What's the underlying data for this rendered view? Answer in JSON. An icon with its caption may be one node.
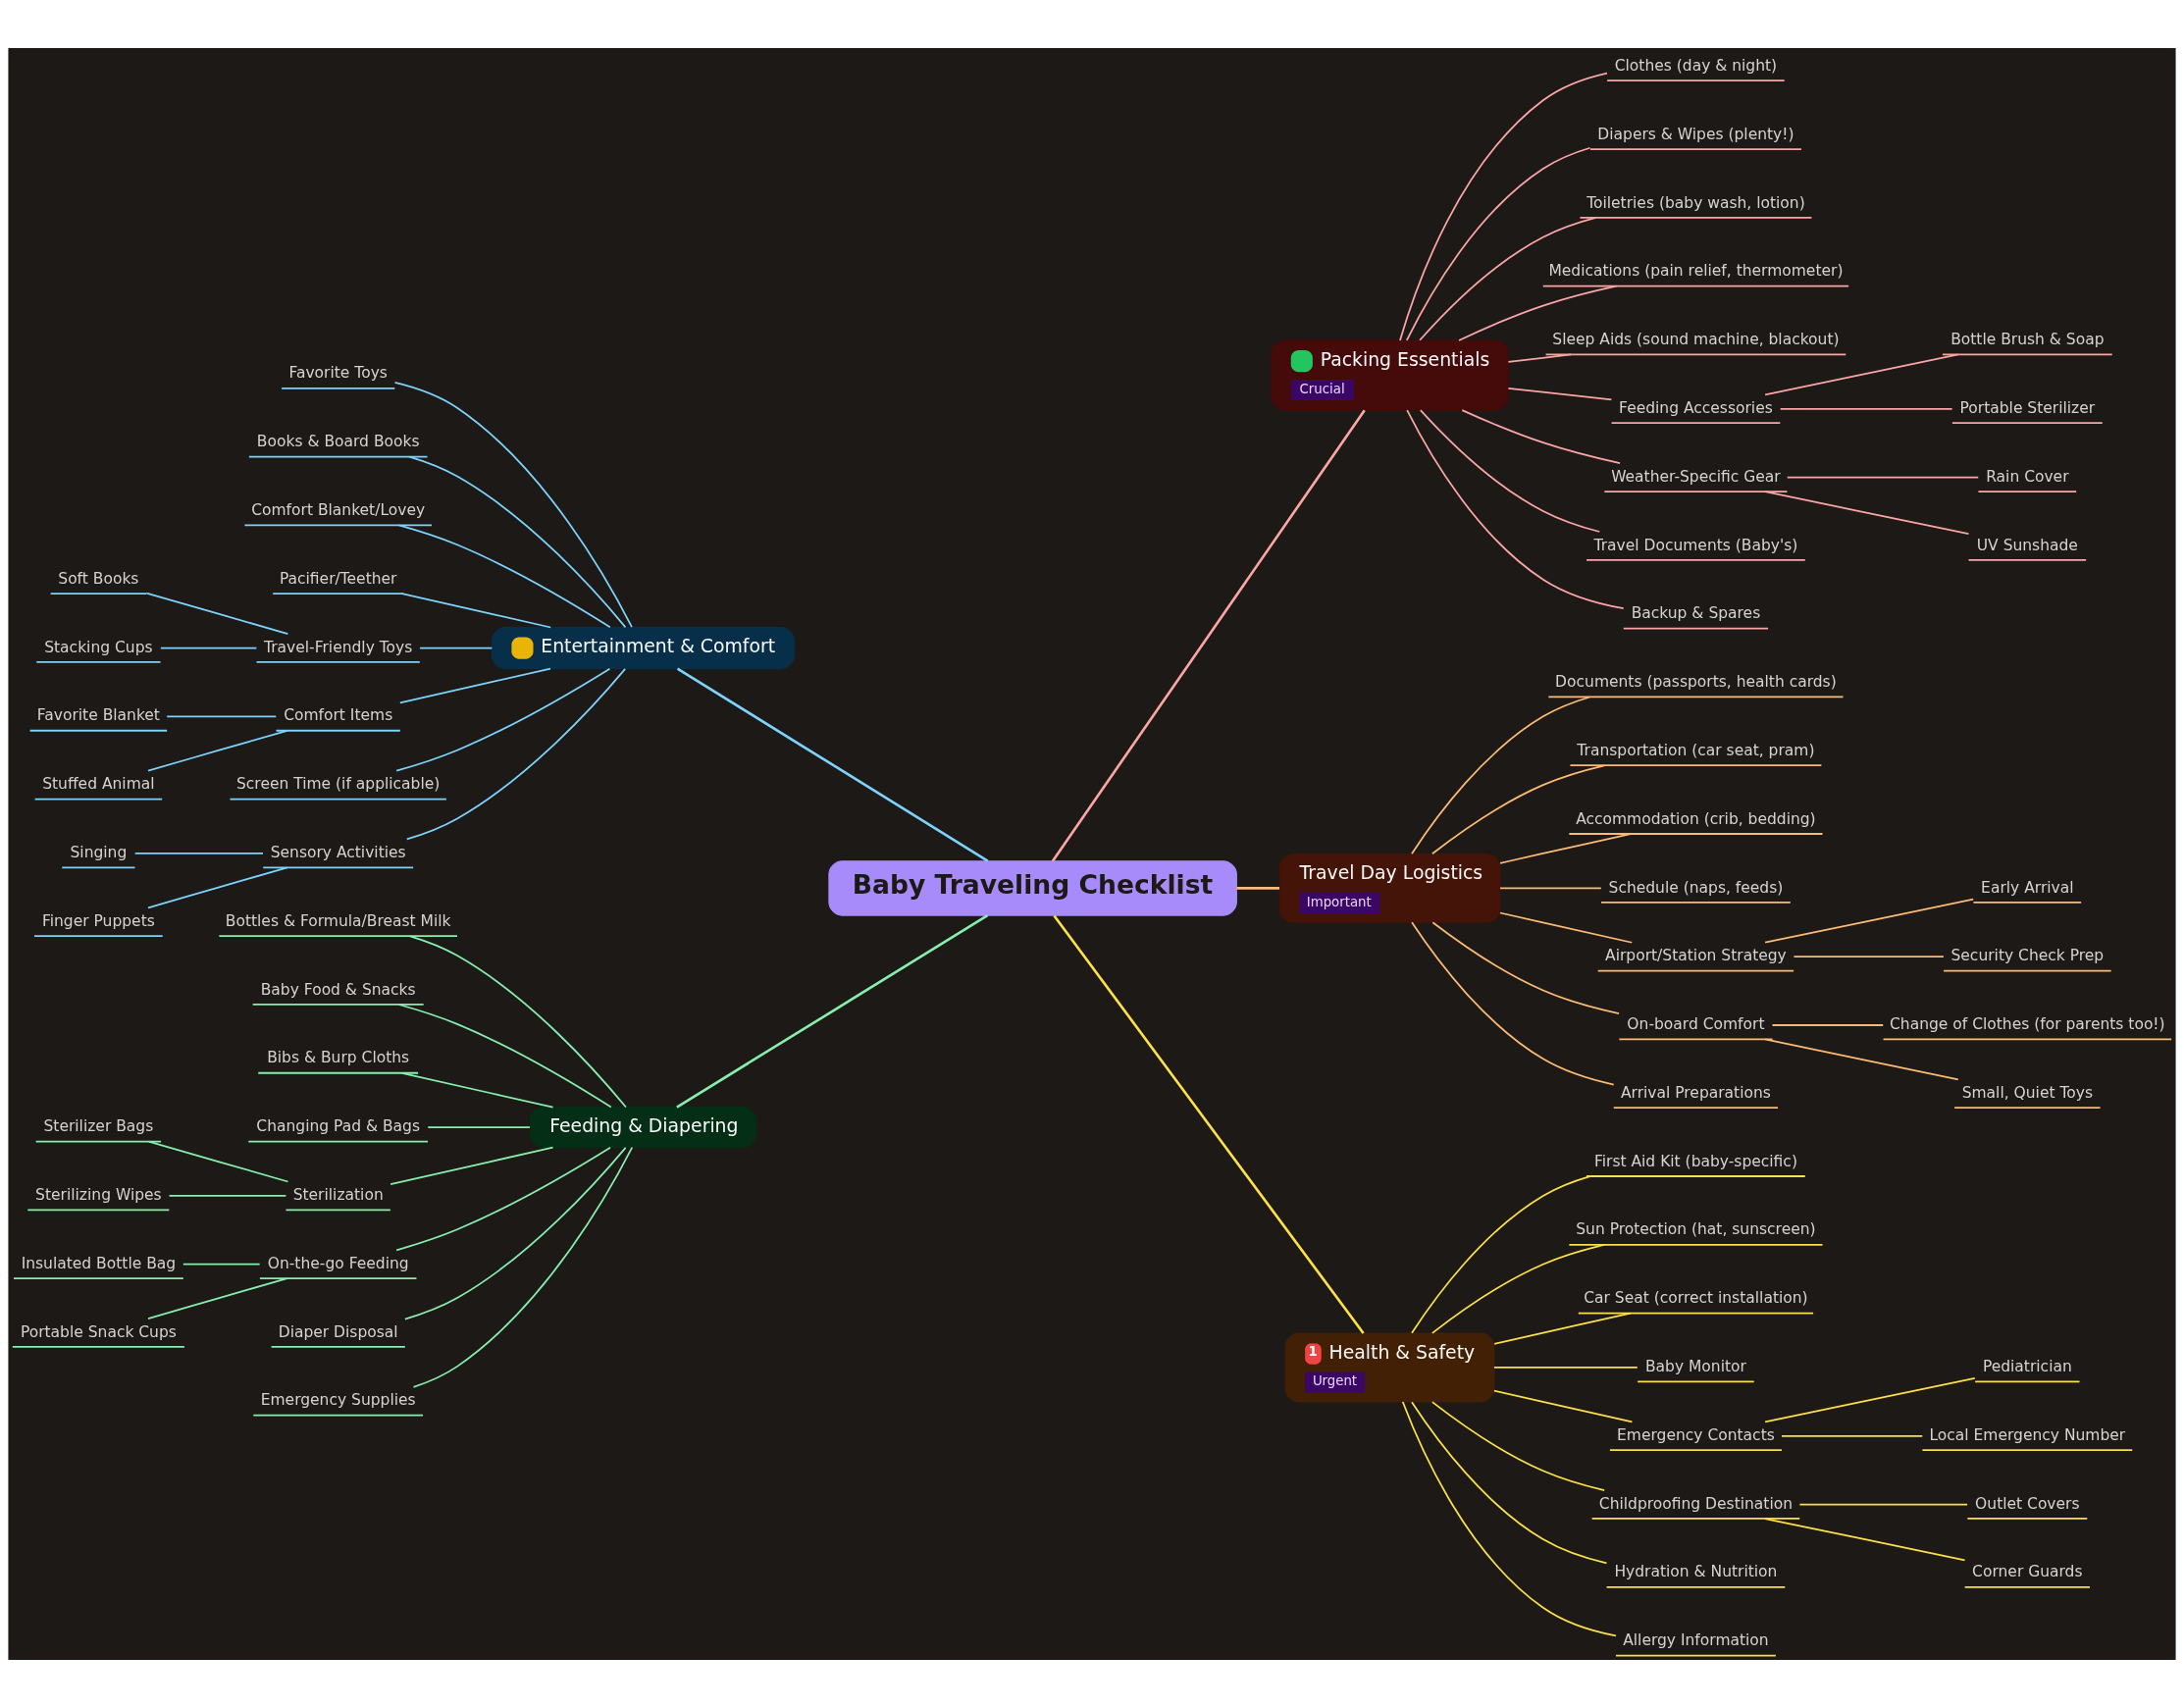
{
  "diagram": {
    "nodes": [
      {
        "text": [
          "Baby Traveling Checklist"
        ]
      },
      {
        "text": [
          "Packing Essentials",
          "Crucial"
        ]
      },
      {
        "text": [
          "Clothes (day & night)"
        ]
      },
      {
        "text": [
          "Diapers & Wipes (plenty!)"
        ]
      },
      {
        "text": [
          "Toiletries (baby wash, lotion)"
        ]
      },
      {
        "text": [
          "Medications (pain relief, thermometer)"
        ]
      },
      {
        "text": [
          "Sleep Aids (sound machine, blackout)"
        ]
      },
      {
        "text": [
          "Feeding Accessories"
        ]
      },
      {
        "text": [
          "Bottle Brush & Soap"
        ]
      },
      {
        "text": [
          "Portable Sterilizer"
        ]
      },
      {
        "text": [
          "Weather-Specific Gear"
        ]
      },
      {
        "text": [
          "Rain Cover"
        ]
      },
      {
        "text": [
          "UV Sunshade"
        ]
      },
      {
        "text": [
          "Travel Documents (Baby's)"
        ]
      },
      {
        "text": [
          "Backup & Spares"
        ]
      },
      {
        "text": [
          "Travel Day Logistics",
          "Important"
        ]
      },
      {
        "text": [
          "Documents (passports, health cards)"
        ]
      },
      {
        "text": [
          "Transportation (car seat, pram)"
        ]
      },
      {
        "text": [
          "Accommodation (crib, bedding)"
        ]
      },
      {
        "text": [
          "Schedule (naps, feeds)"
        ]
      },
      {
        "text": [
          "Airport/Station Strategy"
        ]
      },
      {
        "text": [
          "Early Arrival"
        ]
      },
      {
        "text": [
          "Security Check Prep"
        ]
      },
      {
        "text": [
          "On-board Comfort"
        ]
      },
      {
        "text": [
          "Change of Clothes (for parents too!)"
        ]
      },
      {
        "text": [
          "Small, Quiet Toys"
        ]
      },
      {
        "text": [
          "Arrival Preparations"
        ]
      },
      {
        "text": [
          "1",
          "Health & Safety",
          "Urgent"
        ]
      },
      {
        "text": [
          "First Aid Kit (baby-specific)"
        ]
      },
      {
        "text": [
          "Sun Protection (hat, sunscreen)"
        ]
      },
      {
        "text": [
          "Car Seat (correct installation)"
        ]
      },
      {
        "text": [
          "Baby Monitor"
        ]
      },
      {
        "text": [
          "Emergency Contacts"
        ]
      },
      {
        "text": [
          "Pediatrician"
        ]
      },
      {
        "text": [
          "Local Emergency Number"
        ]
      },
      {
        "text": [
          "Childproofing Destination"
        ]
      },
      {
        "text": [
          "Outlet Covers"
        ]
      },
      {
        "text": [
          "Corner Guards"
        ]
      },
      {
        "text": [
          "Hydration & Nutrition"
        ]
      },
      {
        "text": [
          "Allergy Information"
        ]
      },
      {
        "text": [
          "Entertainment & Comfort"
        ]
      },
      {
        "text": [
          "Favorite Toys"
        ]
      },
      {
        "text": [
          "Books & Board Books"
        ]
      },
      {
        "text": [
          "Comfort Blanket/Lovey"
        ]
      },
      {
        "text": [
          "Pacifier/Teether"
        ]
      },
      {
        "text": [
          "Travel-Friendly Toys"
        ]
      },
      {
        "text": [
          "Soft Books"
        ]
      },
      {
        "text": [
          "Stacking Cups"
        ]
      },
      {
        "text": [
          "Comfort Items"
        ]
      },
      {
        "text": [
          "Favorite Blanket"
        ]
      },
      {
        "text": [
          "Stuffed Animal"
        ]
      },
      {
        "text": [
          "Screen Time (if applicable)"
        ]
      },
      {
        "text": [
          "Sensory Activities"
        ]
      },
      {
        "text": [
          "Singing"
        ]
      },
      {
        "text": [
          "Finger Puppets"
        ]
      },
      {
        "text": [
          "Feeding & Diapering"
        ]
      },
      {
        "text": [
          "Bottles & Formula/Breast Milk"
        ]
      },
      {
        "text": [
          "Baby Food & Snacks"
        ]
      },
      {
        "text": [
          "Bibs & Burp Cloths"
        ]
      },
      {
        "text": [
          "Changing Pad & Bags"
        ]
      },
      {
        "text": [
          "Sterilization"
        ]
      },
      {
        "text": [
          "Sterilizer Bags"
        ]
      },
      {
        "text": [
          "Sterilizing Wipes"
        ]
      },
      {
        "text": [
          "On-the-go Feeding"
        ]
      },
      {
        "text": [
          "Insulated Bottle Bag"
        ]
      },
      {
        "text": [
          "Portable Snack Cups"
        ]
      },
      {
        "text": [
          "Diaper Disposal"
        ]
      },
      {
        "text": [
          "Emergency Supplies"
        ]
      }
    ],
    "edges": [
      {
        "from": 0,
        "to": 1,
        "arrow": "none",
        "color": "#fca5a5"
      },
      {
        "from": 1,
        "to": 2,
        "arrow": "none",
        "color": "#fca5a5"
      },
      {
        "from": 1,
        "to": 3,
        "arrow": "none",
        "color": "#fca5a5"
      },
      {
        "from": 1,
        "to": 4,
        "arrow": "none",
        "color": "#fca5a5"
      },
      {
        "from": 1,
        "to": 5,
        "arrow": "none",
        "color": "#fca5a5"
      },
      {
        "from": 1,
        "to": 6,
        "arrow": "none",
        "color": "#fca5a5"
      },
      {
        "from": 1,
        "to": 7,
        "arrow": "none",
        "color": "#fca5a5"
      },
      {
        "from": 7,
        "to": 8,
        "arrow": "none",
        "color": "#fca5a5"
      },
      {
        "from": 7,
        "to": 9,
        "arrow": "none",
        "color": "#fca5a5"
      },
      {
        "from": 1,
        "to": 10,
        "arrow": "none",
        "color": "#fca5a5"
      },
      {
        "from": 10,
        "to": 11,
        "arrow": "none",
        "color": "#fca5a5"
      },
      {
        "from": 10,
        "to": 12,
        "arrow": "none",
        "color": "#fca5a5"
      },
      {
        "from": 1,
        "to": 13,
        "arrow": "none",
        "color": "#fca5a5"
      },
      {
        "from": 1,
        "to": 14,
        "arrow": "none",
        "color": "#fca5a5"
      },
      {
        "from": 0,
        "to": 15,
        "arrow": "none",
        "color": "#fdba74"
      },
      {
        "from": 15,
        "to": 16,
        "arrow": "none",
        "color": "#fdba74"
      },
      {
        "from": 15,
        "to": 17,
        "arrow": "none",
        "color": "#fdba74"
      },
      {
        "from": 15,
        "to": 18,
        "arrow": "none",
        "color": "#fdba74"
      },
      {
        "from": 15,
        "to": 19,
        "arrow": "none",
        "color": "#fdba74"
      },
      {
        "from": 15,
        "to": 20,
        "arrow": "none",
        "color": "#fdba74"
      },
      {
        "from": 20,
        "to": 21,
        "arrow": "none",
        "color": "#fdba74"
      },
      {
        "from": 20,
        "to": 22,
        "arrow": "none",
        "color": "#fdba74"
      },
      {
        "from": 15,
        "to": 23,
        "arrow": "none",
        "color": "#fdba74"
      },
      {
        "from": 23,
        "to": 24,
        "arrow": "none",
        "color": "#fdba74"
      },
      {
        "from": 23,
        "to": 25,
        "arrow": "none",
        "color": "#fdba74"
      },
      {
        "from": 15,
        "to": 26,
        "arrow": "none",
        "color": "#fdba74"
      },
      {
        "from": 0,
        "to": 27,
        "arrow": "none",
        "color": "#fde047"
      },
      {
        "from": 27,
        "to": 28,
        "arrow": "none",
        "color": "#fde047"
      },
      {
        "from": 27,
        "to": 29,
        "arrow": "none",
        "color": "#fde047"
      },
      {
        "from": 27,
        "to": 30,
        "arrow": "none",
        "color": "#fde047"
      },
      {
        "from": 27,
        "to": 31,
        "arrow": "none",
        "color": "#fde047"
      },
      {
        "from": 27,
        "to": 32,
        "arrow": "none",
        "color": "#fde047"
      },
      {
        "from": 32,
        "to": 33,
        "arrow": "none",
        "color": "#fde047"
      },
      {
        "from": 32,
        "to": 34,
        "arrow": "none",
        "color": "#fde047"
      },
      {
        "from": 27,
        "to": 35,
        "arrow": "none",
        "color": "#fde047"
      },
      {
        "from": 35,
        "to": 36,
        "arrow": "none",
        "color": "#fde047"
      },
      {
        "from": 35,
        "to": 37,
        "arrow": "none",
        "color": "#fde047"
      },
      {
        "from": 27,
        "to": 38,
        "arrow": "none",
        "color": "#fde047"
      },
      {
        "from": 27,
        "to": 39,
        "arrow": "none",
        "color": "#fde047"
      },
      {
        "from": 0,
        "to": 40,
        "arrow": "none",
        "color": "#7dd3fc"
      },
      {
        "from": 40,
        "to": 41,
        "arrow": "none",
        "color": "#7dd3fc"
      },
      {
        "from": 40,
        "to": 42,
        "arrow": "none",
        "color": "#7dd3fc"
      },
      {
        "from": 40,
        "to": 43,
        "arrow": "none",
        "color": "#7dd3fc"
      },
      {
        "from": 40,
        "to": 44,
        "arrow": "none",
        "color": "#7dd3fc"
      },
      {
        "from": 40,
        "to": 45,
        "arrow": "none",
        "color": "#7dd3fc"
      },
      {
        "from": 45,
        "to": 46,
        "arrow": "none",
        "color": "#7dd3fc"
      },
      {
        "from": 45,
        "to": 47,
        "arrow": "none",
        "color": "#7dd3fc"
      },
      {
        "from": 40,
        "to": 48,
        "arrow": "none",
        "color": "#7dd3fc"
      },
      {
        "from": 48,
        "to": 49,
        "arrow": "none",
        "color": "#7dd3fc"
      },
      {
        "from": 48,
        "to": 50,
        "arrow": "none",
        "color": "#7dd3fc"
      },
      {
        "from": 40,
        "to": 51,
        "arrow": "none",
        "color": "#7dd3fc"
      },
      {
        "from": 40,
        "to": 52,
        "arrow": "none",
        "color": "#7dd3fc"
      },
      {
        "from": 52,
        "to": 53,
        "arrow": "none",
        "color": "#7dd3fc"
      },
      {
        "from": 52,
        "to": 54,
        "arrow": "none",
        "color": "#7dd3fc"
      },
      {
        "from": 0,
        "to": 55,
        "arrow": "none",
        "color": "#86efac"
      },
      {
        "from": 55,
        "to": 56,
        "arrow": "none",
        "color": "#86efac"
      },
      {
        "from": 55,
        "to": 57,
        "arrow": "none",
        "color": "#86efac"
      },
      {
        "from": 55,
        "to": 58,
        "arrow": "none",
        "color": "#86efac"
      },
      {
        "from": 55,
        "to": 59,
        "arrow": "none",
        "color": "#86efac"
      },
      {
        "from": 55,
        "to": 60,
        "arrow": "none",
        "color": "#86efac"
      },
      {
        "from": 60,
        "to": 61,
        "arrow": "none",
        "color": "#86efac"
      },
      {
        "from": 60,
        "to": 62,
        "arrow": "none",
        "color": "#86efac"
      },
      {
        "from": 55,
        "to": 63,
        "arrow": "none",
        "color": "#86efac"
      },
      {
        "from": 63,
        "to": 64,
        "arrow": "none",
        "color": "#86efac"
      },
      {
        "from": 63,
        "to": 65,
        "arrow": "none",
        "color": "#86efac"
      },
      {
        "from": 55,
        "to": 66,
        "arrow": "none",
        "color": "#86efac"
      },
      {
        "from": 55,
        "to": 67,
        "arrow": "none",
        "color": "#86efac"
      }
    ]
  }
}
